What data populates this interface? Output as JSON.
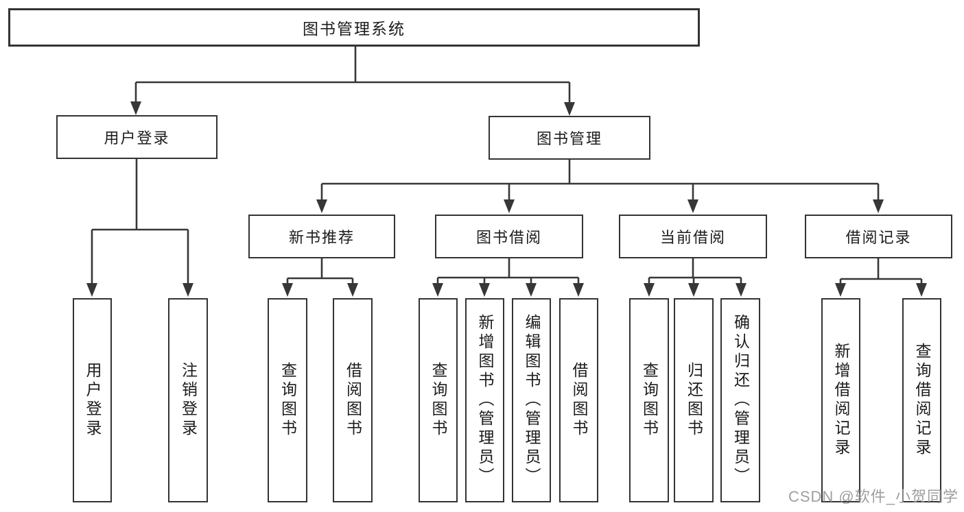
{
  "diagram": {
    "root": {
      "label": "图书管理系统"
    },
    "level2": [
      {
        "id": "user-login",
        "label": "用户登录"
      },
      {
        "id": "book-management",
        "label": "图书管理"
      }
    ],
    "level3": [
      {
        "id": "new-book-recommend",
        "label": "新书推荐"
      },
      {
        "id": "book-borrow",
        "label": "图书借阅"
      },
      {
        "id": "current-borrow",
        "label": "当前借阅"
      },
      {
        "id": "borrow-records",
        "label": "借阅记录"
      }
    ],
    "leaves": {
      "user_login": [
        {
          "label": "用户登录"
        },
        {
          "label": "注销登录"
        }
      ],
      "recommend": [
        {
          "label": "查询图书"
        },
        {
          "label": "借阅图书"
        }
      ],
      "borrow": [
        {
          "label": "查询图书"
        },
        {
          "label": "新增图书（管理员）"
        },
        {
          "label": "编辑图书（管理员）"
        },
        {
          "label": "借阅图书"
        }
      ],
      "current": [
        {
          "label": "查询图书"
        },
        {
          "label": "归还图书"
        },
        {
          "label": "确认归还（管理员）"
        }
      ],
      "records": [
        {
          "label": "新增借阅记录"
        },
        {
          "label": "查询借阅记录"
        }
      ]
    }
  },
  "watermark": {
    "text": "CSDN @软件_小贺同学"
  },
  "colors": {
    "line": "#373737",
    "border": "#333333",
    "text": "#1c1c1c",
    "watermark": "#949494",
    "background": "#ffffff"
  }
}
